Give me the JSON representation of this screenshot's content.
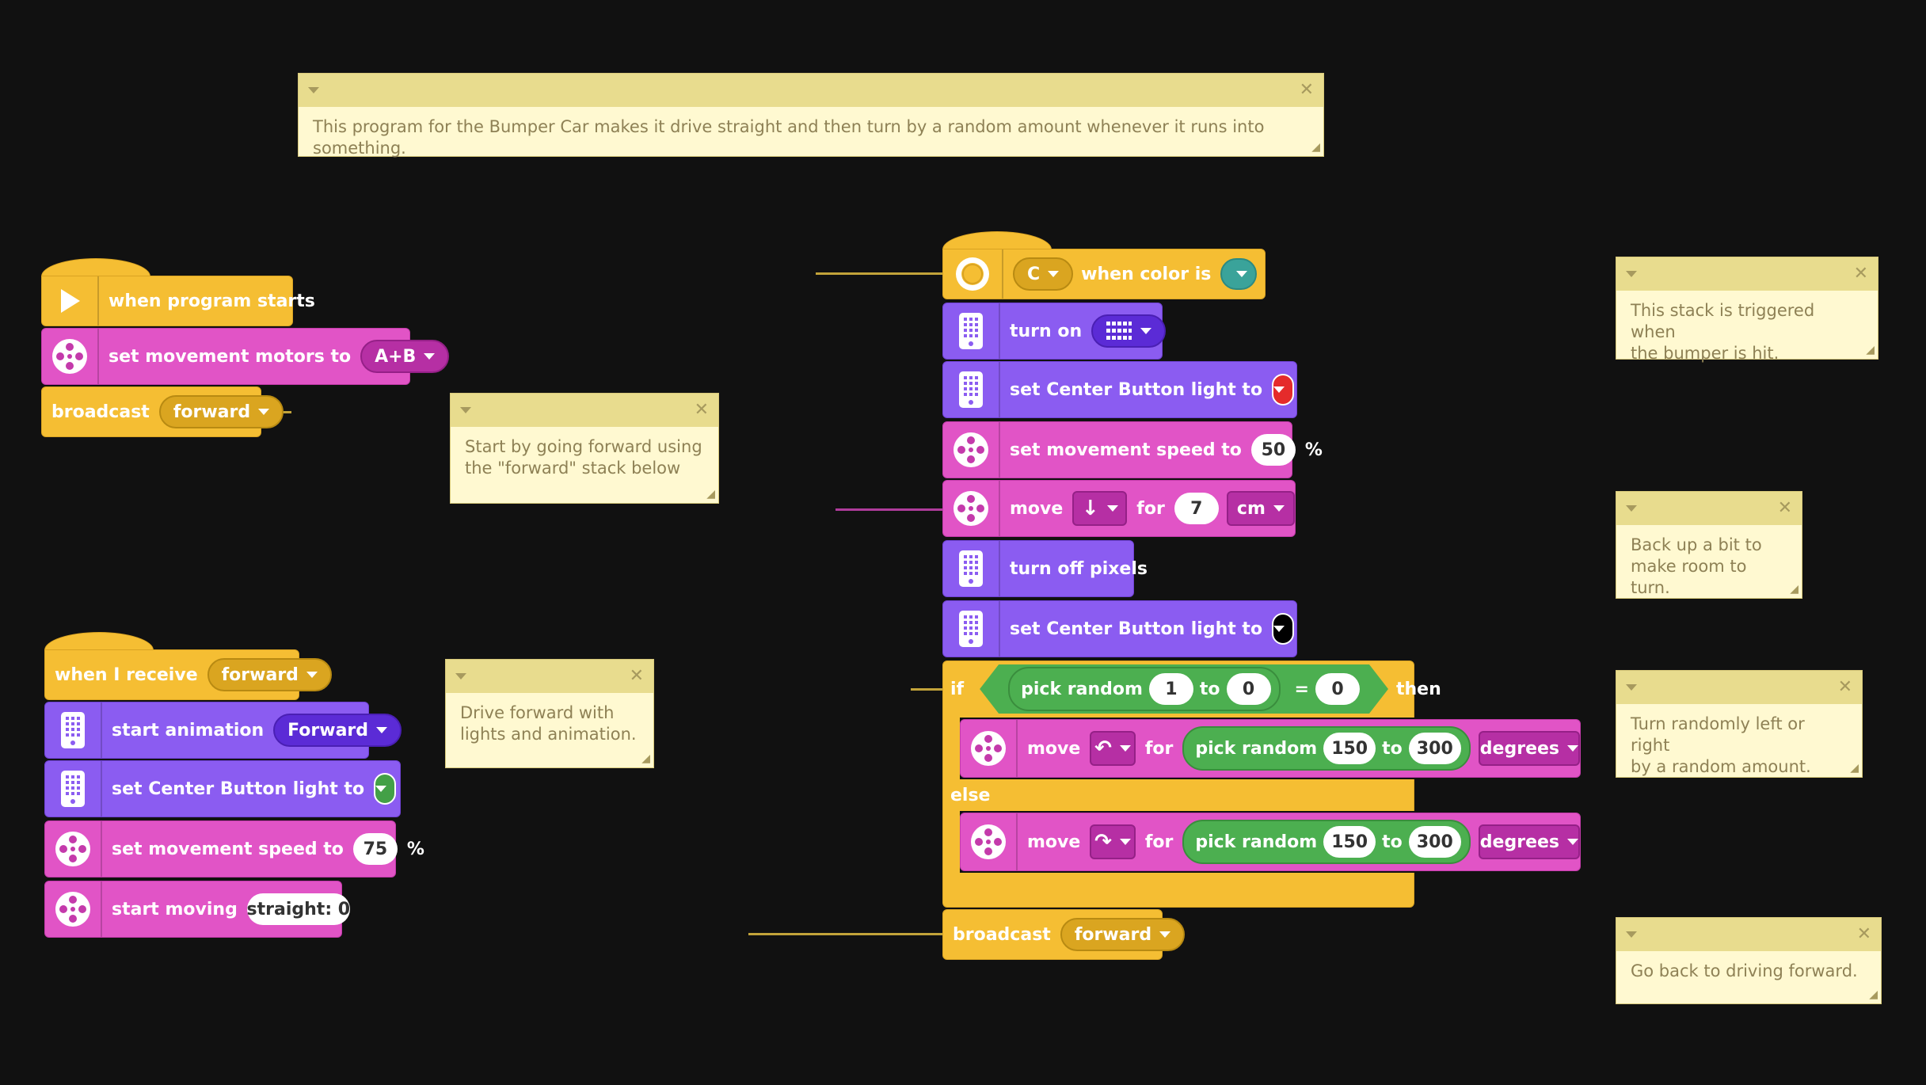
{
  "comments": {
    "main": "This program for the Bumper Car makes it drive straight and then turn by a random amount whenever it runs into something.",
    "start": "Start by going forward using\nthe \"forward\" stack below",
    "drive": "Drive forward with\nlights and animation.",
    "trigger": "This stack is triggered when\nthe bumper is hit.",
    "backup": "Back up a bit to\nmake room to turn.",
    "turn": "Turn randomly left or right\nby a random amount.",
    "goback": "Go back to driving forward.",
    "close_glyph": "✕",
    "resize_glyph": "◢"
  },
  "stack1": {
    "when_program_starts": "when program starts",
    "set_motors_label": "set movement motors to",
    "motors_value": "A+B",
    "broadcast_label": "broadcast",
    "broadcast_value": "forward"
  },
  "stack2": {
    "when_receive_label": "when I receive",
    "receive_value": "forward",
    "start_animation_label": "start animation",
    "animation_value": "Forward",
    "set_light_label": "set Center Button light to",
    "light_color": "#43A047",
    "set_speed_label": "set movement speed to",
    "speed_value": "75",
    "percent": "%",
    "start_moving_label": "start moving",
    "start_moving_value": "straight: 0"
  },
  "stack3": {
    "port_value": "C",
    "when_color_label": "when color is",
    "trigger_color": "#3AA39A",
    "turn_on_label": "turn on",
    "set_light_label": "set Center Button light to",
    "light_red": "#E52B2B",
    "set_speed_label": "set movement speed to",
    "speed_value": "50",
    "percent": "%",
    "move_label": "move",
    "move_direction_icon": "arrow-down-icon",
    "move_dir_glyph": "↓",
    "for_label": "for",
    "move_amount": "7",
    "move_unit": "cm",
    "turn_off_label": "turn off pixels",
    "light_black": "#000000",
    "if_label": "if",
    "pick_random_label": "pick random",
    "rand_min": "1",
    "to_label": "to",
    "rand_max": "0",
    "equals": "=",
    "compare_value": "0",
    "then_label": "then",
    "else_label": "else",
    "move1_glyph": "↶",
    "move2_glyph": "↷",
    "turn_min": "150",
    "turn_max": "300",
    "degrees_label": "degrees",
    "broadcast_label": "broadcast",
    "broadcast_value": "forward"
  }
}
